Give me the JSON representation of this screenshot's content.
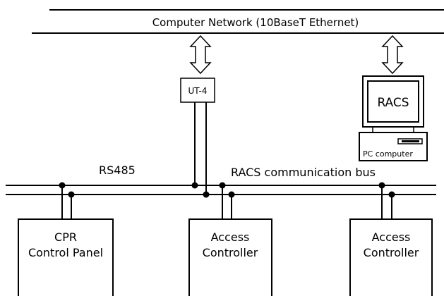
{
  "network": {
    "label": "Computer Network (10BaseT Ethernet)"
  },
  "bus": {
    "rs485_label": "RS485",
    "racs_label": "RACS communication bus"
  },
  "converter": {
    "label": "UT-4"
  },
  "pc": {
    "screen_label": "RACS",
    "caption": "PC computer"
  },
  "devices": [
    {
      "line1": "CPR",
      "line2": "Control Panel"
    },
    {
      "line1": "Access",
      "line2": "Controller"
    },
    {
      "line1": "Access",
      "line2": "Controller"
    }
  ]
}
